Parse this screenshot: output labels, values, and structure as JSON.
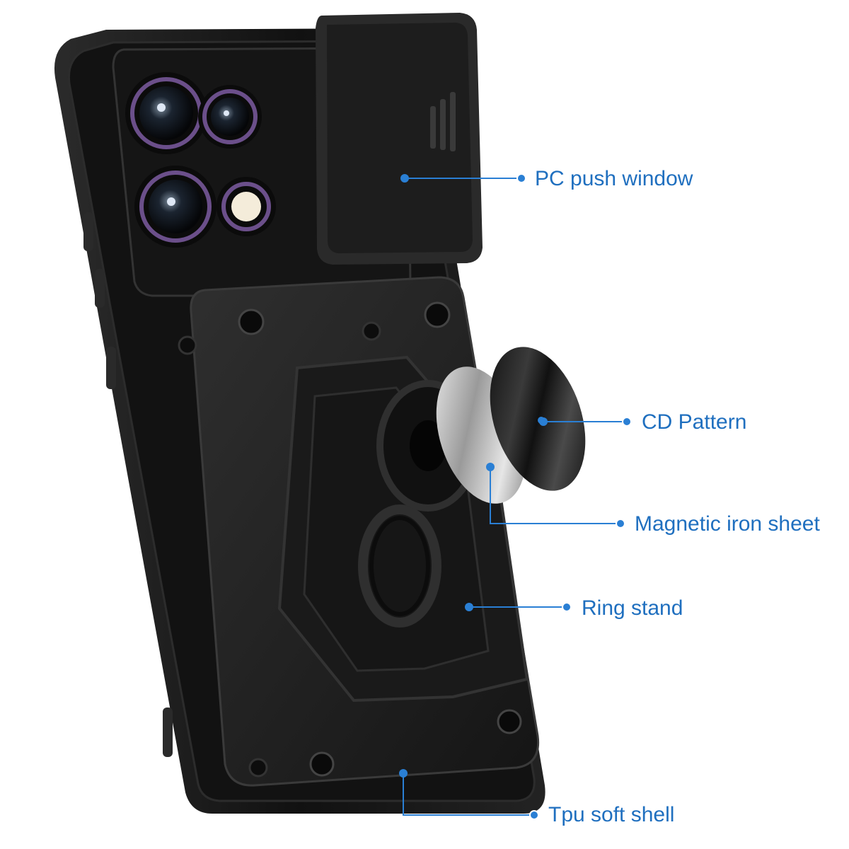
{
  "callouts": {
    "pc_push_window": "PC push window",
    "cd_pattern": "CD Pattern",
    "magnetic_iron_sheet": "Magnetic iron sheet",
    "ring_stand": "Ring stand",
    "tpu_soft_shell": "Tpu soft shell"
  },
  "colors": {
    "callout_text": "#1f6fbf",
    "callout_line": "#2a7fd4",
    "case_body": "#1a1a1a",
    "lens_ring_purple": "#6b4f8a"
  }
}
